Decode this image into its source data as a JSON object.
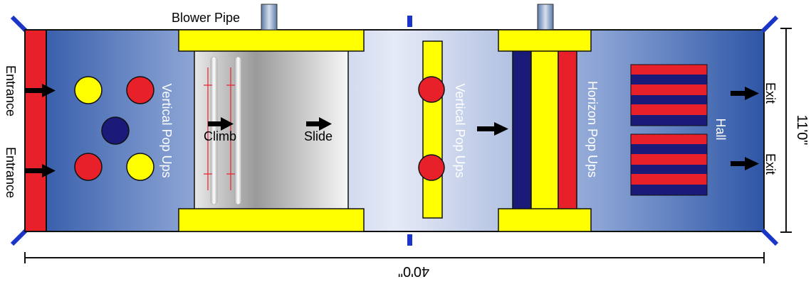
{
  "labels": {
    "blower_pipe": "Blower Pipe",
    "entrance_top": "Entrance",
    "entrance_bottom": "Entrance",
    "vertical_pop_ups_1": "Vertical Pop Ups",
    "climb": "Climb",
    "slide": "Slide",
    "vertical_pop_ups_2": "Vertical Pop Ups",
    "horizon_pop_ups": "Horizon Pop Ups",
    "hall": "Hall",
    "exit_top": "Exit",
    "exit_bottom": "Exit",
    "width_dimension": "11'0\"",
    "length_dimension": "40'0\""
  },
  "colors": {
    "red": "#e8202a",
    "yellow": "#ffff00",
    "navy": "#1a1a78",
    "blue_dark": "#2a4fa0",
    "blue_light": "#e4e8f6",
    "anchor_blue": "#1a35c8",
    "pipe": "#7f9cbf"
  }
}
